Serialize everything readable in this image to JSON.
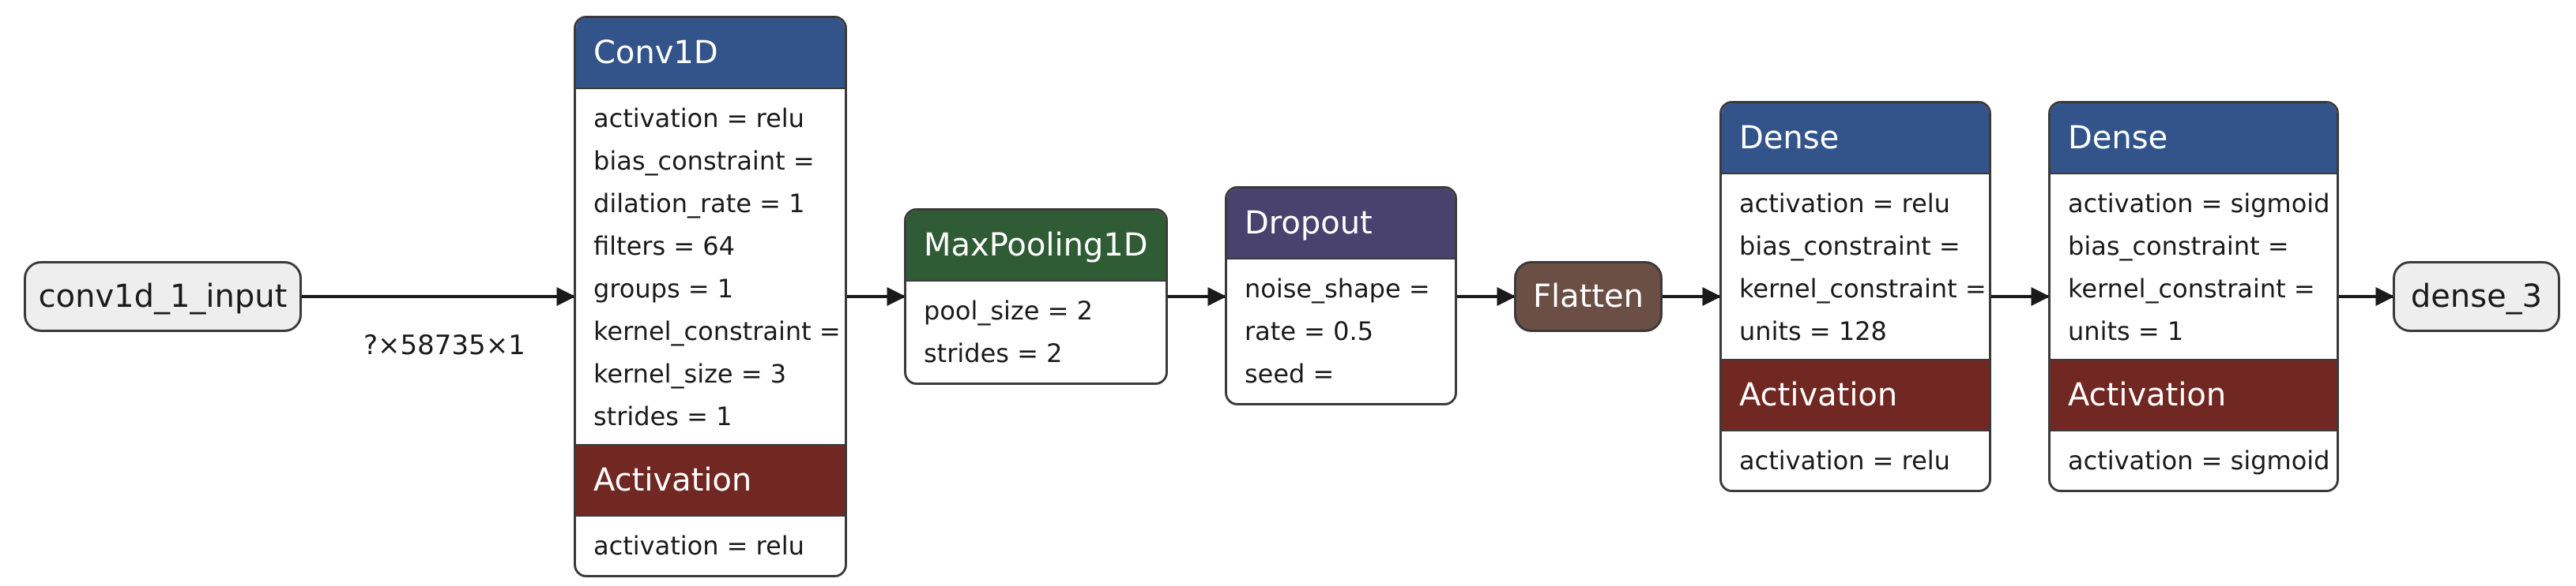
{
  "colors": {
    "conv": "#33548a",
    "dense": "#33548a",
    "pool": "#2f5b35",
    "dropout": "#4a426e",
    "activation": "#722822",
    "flatten": "#6b4e44",
    "io": "#eeeeee",
    "edge": "#1a1a1a"
  },
  "input": {
    "label": "conv1d_1_input"
  },
  "input_edge_label": "?×58735×1",
  "conv1d": {
    "title": "Conv1D",
    "props": [
      "activation = relu",
      "bias_constraint =",
      "dilation_rate = 1",
      "filters = 64",
      "groups = 1",
      "kernel_constraint =",
      "kernel_size = 3",
      "strides = 1"
    ],
    "activation": {
      "title": "Activation",
      "props": [
        "activation = relu"
      ]
    }
  },
  "maxpool": {
    "title": "MaxPooling1D",
    "props": [
      "pool_size = 2",
      "strides = 2"
    ]
  },
  "dropout": {
    "title": "Dropout",
    "props": [
      "noise_shape =",
      "rate = 0.5",
      "seed ="
    ]
  },
  "flatten": {
    "label": "Flatten"
  },
  "dense1": {
    "title": "Dense",
    "props": [
      "activation = relu",
      "bias_constraint =",
      "kernel_constraint =",
      "units = 128"
    ],
    "activation": {
      "title": "Activation",
      "props": [
        "activation = relu"
      ]
    }
  },
  "dense2": {
    "title": "Dense",
    "props": [
      "activation = sigmoid",
      "bias_constraint =",
      "kernel_constraint =",
      "units = 1"
    ],
    "activation": {
      "title": "Activation",
      "props": [
        "activation = sigmoid"
      ]
    }
  },
  "output": {
    "label": "dense_3"
  }
}
